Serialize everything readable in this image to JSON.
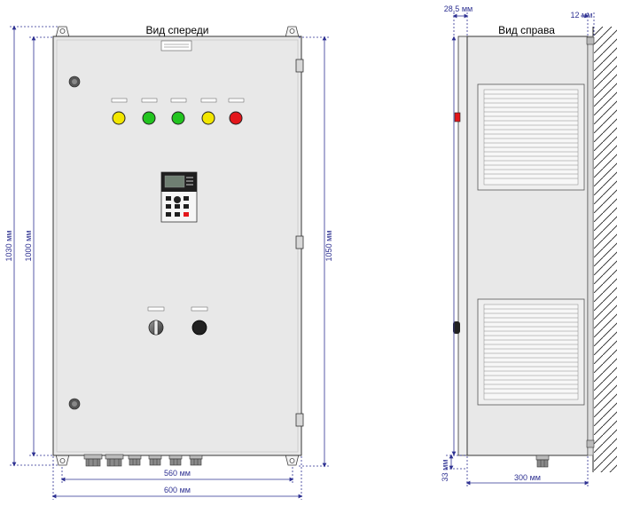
{
  "titles": {
    "front": "Вид спереди",
    "side": "Вид справа"
  },
  "dimensions": {
    "front_height_outer": "1030 мм",
    "front_height_inner": "1000 мм",
    "front_height_right": "1050 мм",
    "front_width_inner": "560 мм",
    "front_width_outer": "600 мм",
    "side_door_offset": "28,5 мм",
    "side_wall_gap": "12 мм",
    "side_depth": "300 мм",
    "side_gland_height": "33 мм"
  },
  "colors": {
    "panel": "#e8e8e8",
    "dimension": "#2e3192",
    "lamp_yellow": "#f2e600",
    "lamp_green": "#22c41f",
    "lamp_red": "#e3161b"
  },
  "lamps": [
    {
      "color": "yellow"
    },
    {
      "color": "green"
    },
    {
      "color": "green"
    },
    {
      "color": "yellow"
    },
    {
      "color": "red"
    }
  ]
}
